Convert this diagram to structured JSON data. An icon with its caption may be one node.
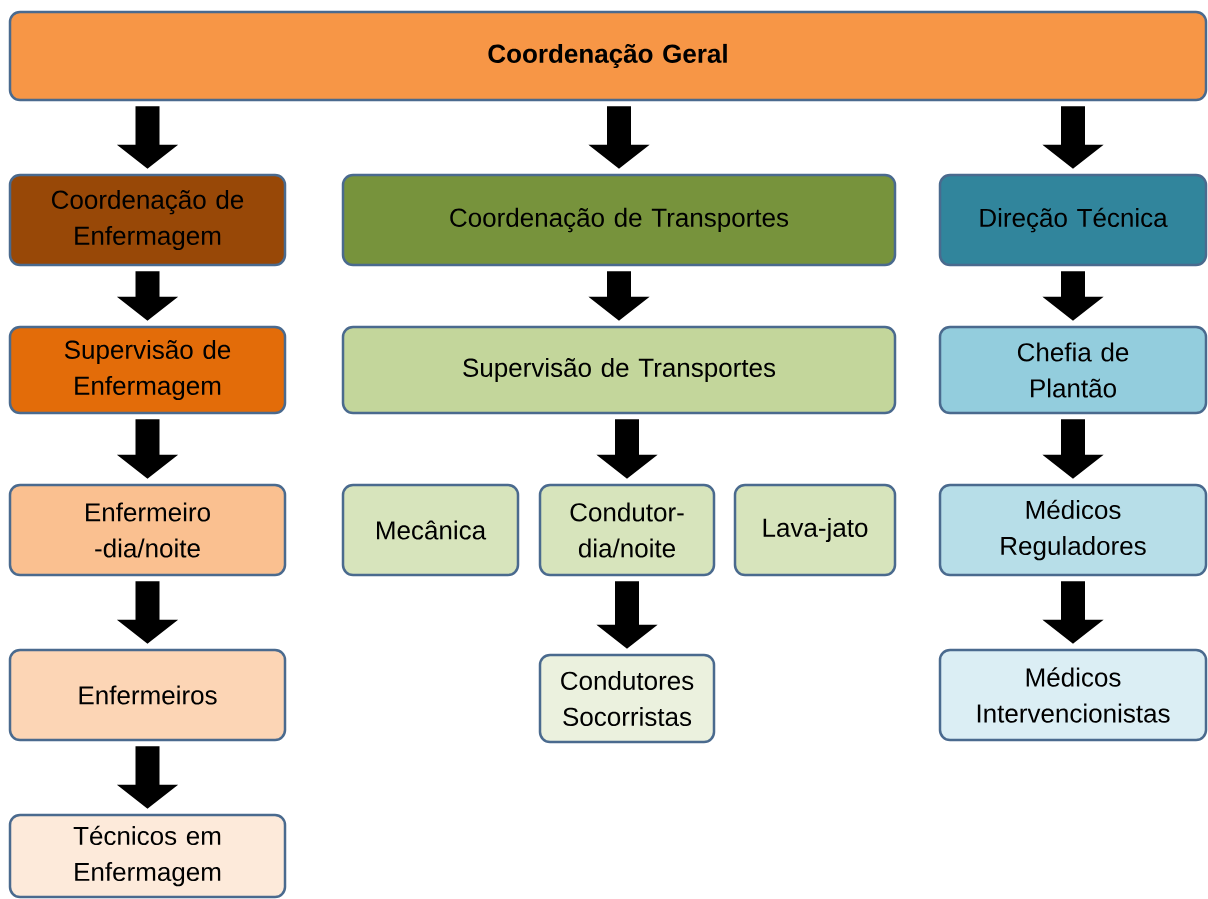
{
  "diagram": {
    "nodes": [
      {
        "text": [
          "Coordenação Geral"
        ]
      },
      {
        "text": [
          "Coordenação de Enfermagem"
        ]
      },
      {
        "text": [
          "Coordenação de Transportes"
        ]
      },
      {
        "text": [
          "Direção Técnica"
        ]
      },
      {
        "text": [
          "Supervisão de Enfermagem"
        ]
      },
      {
        "text": [
          "Supervisão de Transportes"
        ]
      },
      {
        "text": [
          "Chefia de Plantão"
        ]
      },
      {
        "text": [
          "Enfermeiro -dia/noite"
        ]
      },
      {
        "text": [
          "Mecânica"
        ]
      },
      {
        "text": [
          "Condutor- dia/noite"
        ]
      },
      {
        "text": [
          "Lava-jato"
        ]
      },
      {
        "text": [
          "Médicos Reguladores"
        ]
      },
      {
        "text": [
          "Enfermeiros"
        ]
      },
      {
        "text": [
          "Condutores Socorristas"
        ]
      },
      {
        "text": [
          "Médicos Intervencionistas"
        ]
      },
      {
        "text": [
          "Técnicos em Enfermagem"
        ]
      }
    ],
    "edges": [
      {
        "from": 0,
        "to": 1,
        "arrow": "to"
      },
      {
        "from": 0,
        "to": 2,
        "arrow": "to"
      },
      {
        "from": 0,
        "to": 3,
        "arrow": "to"
      },
      {
        "from": 1,
        "to": 4,
        "arrow": "to"
      },
      {
        "from": 4,
        "to": 7,
        "arrow": "to"
      },
      {
        "from": 7,
        "to": 12,
        "arrow": "to"
      },
      {
        "from": 12,
        "to": 15,
        "arrow": "to"
      },
      {
        "from": 2,
        "to": 5,
        "arrow": "to"
      },
      {
        "from": 5,
        "to": 9,
        "arrow": "to"
      },
      {
        "from": 9,
        "to": 13,
        "arrow": "to"
      },
      {
        "from": 3,
        "to": 6,
        "arrow": "to"
      },
      {
        "from": 6,
        "to": 11,
        "arrow": "to"
      },
      {
        "from": 11,
        "to": 14,
        "arrow": "to"
      }
    ]
  }
}
